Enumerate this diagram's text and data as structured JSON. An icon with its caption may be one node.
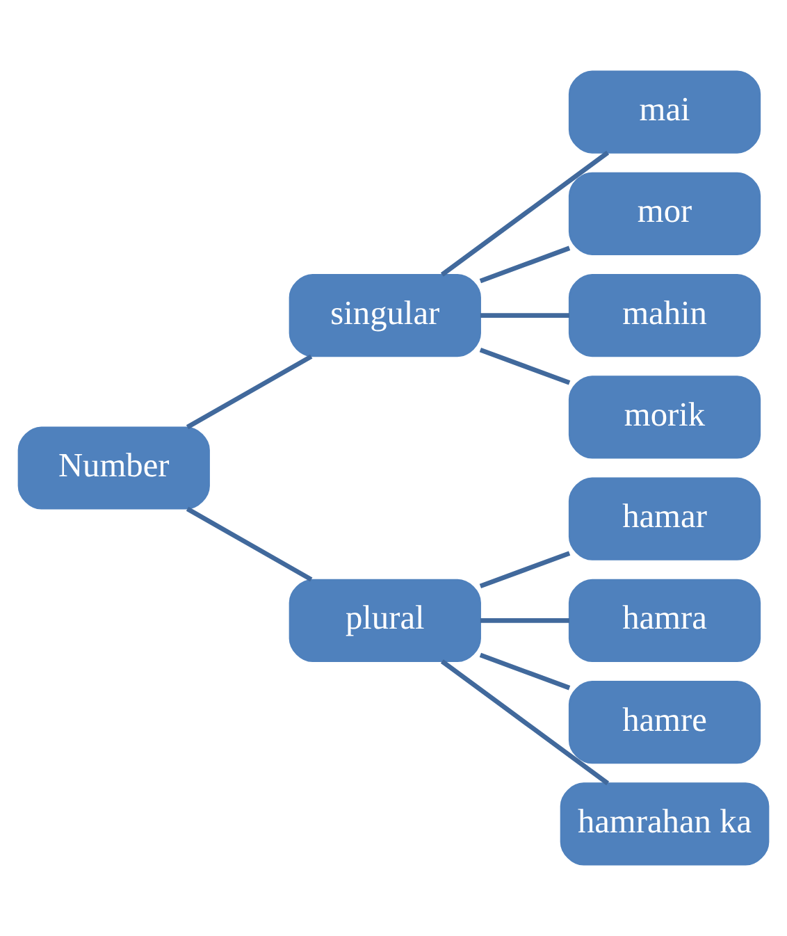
{
  "diagram": {
    "nodes": [
      {
        "text": [
          "Number"
        ]
      },
      {
        "text": [
          "singular"
        ]
      },
      {
        "text": [
          "plural"
        ]
      },
      {
        "text": [
          "mai"
        ]
      },
      {
        "text": [
          "mor"
        ]
      },
      {
        "text": [
          "mahin"
        ]
      },
      {
        "text": [
          "morik"
        ]
      },
      {
        "text": [
          "hamar"
        ]
      },
      {
        "text": [
          "hamra"
        ]
      },
      {
        "text": [
          "hamre"
        ]
      },
      {
        "text": [
          "hamrahan ka"
        ]
      }
    ],
    "edges": [
      {
        "from": 0,
        "to": 1,
        "arrow": "none"
      },
      {
        "from": 0,
        "to": 2,
        "arrow": "none"
      },
      {
        "from": 1,
        "to": 3,
        "arrow": "none"
      },
      {
        "from": 1,
        "to": 4,
        "arrow": "none"
      },
      {
        "from": 1,
        "to": 5,
        "arrow": "none"
      },
      {
        "from": 1,
        "to": 6,
        "arrow": "none"
      },
      {
        "from": 2,
        "to": 7,
        "arrow": "none"
      },
      {
        "from": 2,
        "to": 8,
        "arrow": "none"
      },
      {
        "from": 2,
        "to": 9,
        "arrow": "none"
      },
      {
        "from": 2,
        "to": 10,
        "arrow": "none"
      }
    ]
  }
}
